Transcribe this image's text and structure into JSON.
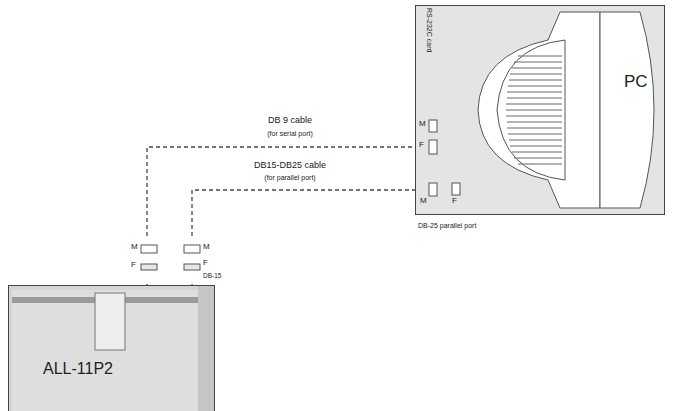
{
  "diagram": {
    "nodes": [
      {
        "text": [
          "PC"
        ]
      },
      {
        "text": [
          "ALL-11P2"
        ]
      }
    ],
    "edges": [
      {
        "from": 1,
        "to": 0,
        "arrow": "none",
        "label": "DB 9 cable"
      },
      {
        "from": 1,
        "to": 0,
        "arrow": "none",
        "label": "DB15-DB25 cable"
      }
    ],
    "labels": [
      "RS-232C card",
      "M",
      "F",
      "M",
      "F",
      "DB-25 parallel port",
      "(for serial port)",
      "(for parallel port)",
      "M",
      "F",
      "M",
      "F",
      "DB-15"
    ]
  }
}
